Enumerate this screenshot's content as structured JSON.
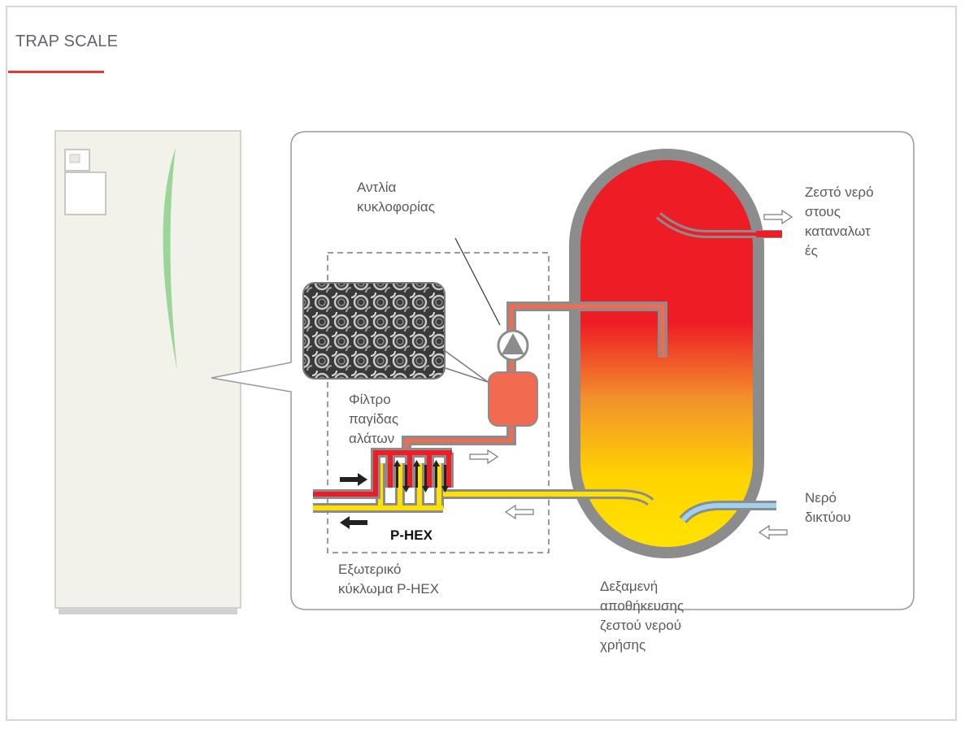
{
  "header": {
    "title": "TRAP SCALE"
  },
  "colors": {
    "accent": "#e53935",
    "hot_water": "#ee1c25",
    "cold_water": "#ffe000",
    "mains_water": "#9fd0f0",
    "pipe_outline": "#8c8c8c",
    "filter": "#f26a4f",
    "unit_body": "#f2f2ea"
  },
  "diagram": {
    "pump_label": [
      "Αντλία",
      "κυκλοφορίας"
    ],
    "filter_label": [
      "Φίλτρο",
      "παγίδας",
      "αλάτων"
    ],
    "hot_water_label": [
      "Ζεστό νερό",
      "στους",
      "καταναλωτ",
      "ές"
    ],
    "mains_label": [
      "Νερό",
      "δικτύου"
    ],
    "circuit_label": [
      "Εξωτερικό",
      "κύκλωμα P-HEX"
    ],
    "tank_label": [
      "Δεξαμενή",
      "αποθήκευσης",
      "ζεστού νερού",
      "χρήσης"
    ],
    "phex_label": "P-HEX"
  },
  "icons": {
    "pump": "pump-icon",
    "inlet_arrow": "arrow-right-icon",
    "outlet_arrow": "arrow-left-icon"
  }
}
